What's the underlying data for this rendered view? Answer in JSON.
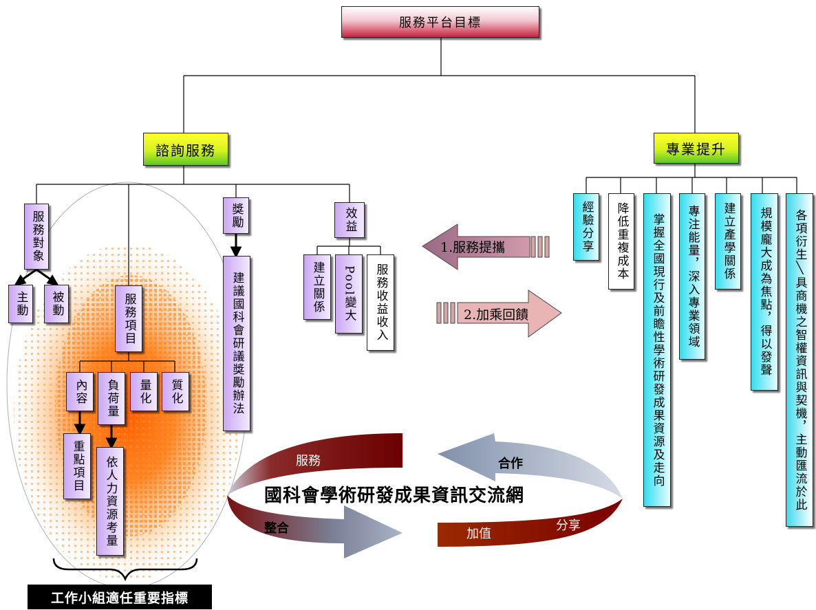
{
  "root": {
    "label": "服務平台目標"
  },
  "branches": {
    "consult": {
      "label": "諮詢服務"
    },
    "profession": {
      "label": "專業提升"
    }
  },
  "consult": {
    "target": {
      "label": "服務對象",
      "children": [
        "主動",
        "被動"
      ]
    },
    "items": {
      "label": "服務項目",
      "children": [
        {
          "label": "內容",
          "sub": "重點項目"
        },
        {
          "label": "負荷量",
          "sub": "依人力資源考量"
        },
        {
          "label": "量化"
        },
        {
          "label": "質化"
        }
      ]
    },
    "award": {
      "label": "獎勵",
      "sub": "建議國科會研議獎勵辦法"
    },
    "benefit": {
      "label": "效益",
      "children": [
        "建立關係",
        "Pool變大",
        "服務收益收入"
      ]
    }
  },
  "profession": {
    "items": [
      "經驗分享",
      "降低重複成本",
      "掌握全國現行及前瞻性學術研發成果資源及走向",
      "專注能量，深入專業領域",
      "建立產學關係",
      "規模龐大成為焦點，得以發聲",
      "各項衍生╲具商機之智權資訊與契機，主動匯流於此"
    ]
  },
  "arrows": {
    "left": "1.服務提攜",
    "right": "2.加乘回饋"
  },
  "cycle": {
    "title": "國科會學術研發成果資訊交流網",
    "labels": [
      "服務",
      "合作",
      "整合",
      "加值",
      "分享"
    ]
  },
  "footer": {
    "label": "工作小組適任重要指標"
  },
  "colors": {
    "root_gradient": "#c9213f",
    "branch_gradient": "#5cc82a",
    "purple": "#cba7f2",
    "cyan": "#33ddee",
    "orange_cloud": "#ff6a00",
    "ring_dark": "#7a0000",
    "ring_grey": "#8a96ad"
  }
}
